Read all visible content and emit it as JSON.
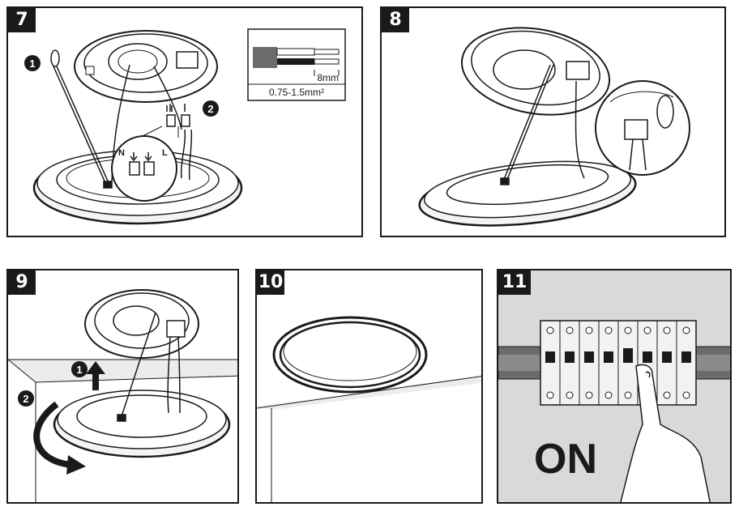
{
  "steps": [
    {
      "number": "7"
    },
    {
      "number": "8"
    },
    {
      "number": "9"
    },
    {
      "number": "10"
    },
    {
      "number": "11"
    }
  ],
  "step7": {
    "markers": [
      "1",
      "2"
    ],
    "strip_length": "8mm",
    "wire_gauge": "0.75-1.5mm²",
    "terminal_n": "N",
    "terminal_l": "L"
  },
  "step9": {
    "markers": [
      "1",
      "2"
    ]
  },
  "step11": {
    "switch_label": "ON"
  },
  "colors": {
    "ink": "#1a1a1a",
    "panel_gray": "#d9d9d9",
    "wall_gray": "#e6e6e6",
    "rail_gray": "#6b6b6b"
  }
}
